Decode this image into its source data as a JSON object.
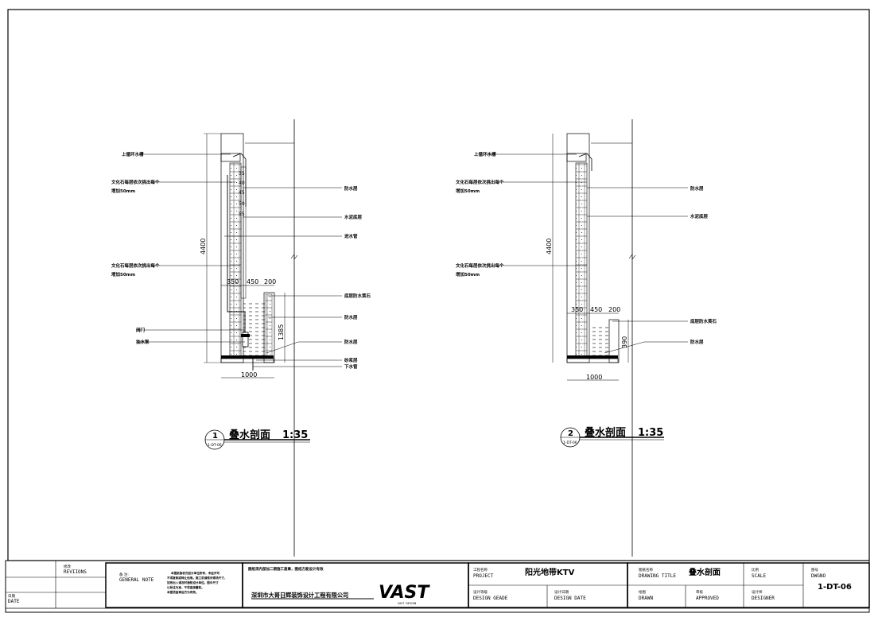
{
  "drawings": [
    {
      "number": "1",
      "ref": "1-DT-06",
      "title": "叠水剖面",
      "scale": "1:35",
      "left_labels": [
        "上循环水槽",
        "文化石每层依次挑出每个",
        "增加50mm",
        "文化石每层依次挑出每个",
        "增加50mm",
        "阀门",
        "抽水泵"
      ],
      "right_labels": [
        "防水层",
        "水泥底层",
        "进水管",
        "底层防水黄石",
        "防水层",
        "防水层",
        "砂浆层",
        "下水管"
      ],
      "dims": {
        "height": "4400",
        "a": "350",
        "b": "450",
        "c": "200",
        "width": "1000",
        "basin": "1385"
      },
      "steps": [
        "35",
        "40",
        "45",
        "50",
        "55"
      ]
    },
    {
      "number": "2",
      "ref": "1-DT-06",
      "title": "叠水剖面",
      "scale": "1:35",
      "left_labels": [
        "上循环水槽",
        "文化石每层依次挑出每个",
        "增加50mm",
        "文化石每层依次挑出每个",
        "增加50mm"
      ],
      "right_labels": [
        "防水层",
        "水泥底层",
        "底层防水黄石",
        "防水层"
      ],
      "dims": {
        "height": "4400",
        "a": "350",
        "b": "450",
        "c": "200",
        "width": "1000",
        "basin": "390"
      }
    }
  ],
  "title_block": {
    "revisions_cn": "修改",
    "revisions": "REVIIONS",
    "date_cn": "日期",
    "date": "DATE",
    "note_cn": "备 注:",
    "note": "GENERAL NOTE",
    "note_text": [
      "本图纸版权归设计单位所有，未经许可",
      "不得复制或转让他用。施工前请核对现场尺寸，",
      "如有出入请及时通知设计单位。图中尺寸",
      "以标注为准，不得直接量取。",
      "本图须盖章后方为有效。"
    ],
    "company_note": "图纸须内部加二期施工盖章，图纸方能设计有效",
    "company": "深圳市大哥日辉装饰设计工程有限公司",
    "logo": "VAST",
    "logo_sub": "VAST DESIGN",
    "project_cn": "工程名称",
    "project": "PROJECT",
    "project_value": "阳光地带KTV",
    "grade_cn": "设计等级",
    "grade": "DESIGN GEADE",
    "design_date_cn": "设计日期",
    "design_date": "DESIGN DATE",
    "drawing_title_cn": "图纸名称",
    "drawing_title": "DRAWING TITLE",
    "drawing_title_value": "叠水剖面",
    "drawn_cn": "绘图",
    "drawn": "DRAWN",
    "approved_cn": "审核",
    "approved": "APPROVED",
    "scale_cn": "比例",
    "scale": "SCALE",
    "designer_cn": "设计师",
    "designer": "DESIGNER",
    "dwgno_cn": "图号",
    "dwgno": "DWGNO",
    "dwgno_value": "1-DT-06"
  }
}
